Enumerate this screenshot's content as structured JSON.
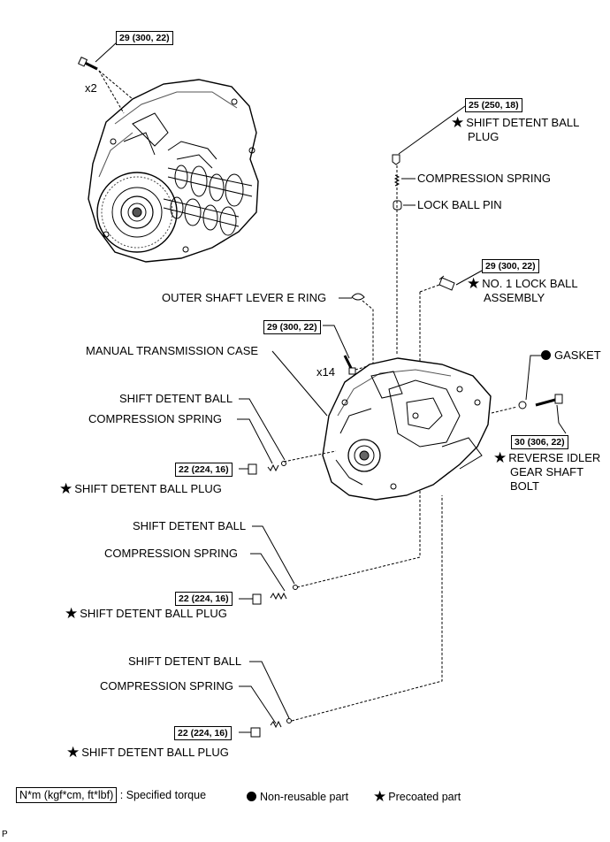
{
  "torques": {
    "t_top_bolt": "29 (300, 22)",
    "t_detent_plug_top": "25 (250, 18)",
    "t_lock_ball": "29 (300, 22)",
    "t_case_bolt": "29 (300, 22)",
    "t_idler_bolt": "30 (306, 22)",
    "t_plug1": "22 (224, 16)",
    "t_plug2": "22 (224, 16)",
    "t_plug3": "22 (224, 16)"
  },
  "labels": {
    "x2": "x2",
    "x14": "x14",
    "shift_detent_ball_plug_top_1": "SHIFT DETENT BALL",
    "shift_detent_ball_plug_top_2": "PLUG",
    "compression_spring_top": "COMPRESSION SPRING",
    "lock_ball_pin": "LOCK BALL PIN",
    "no1_lock_ball_1": "NO. 1 LOCK BALL",
    "no1_lock_ball_2": "ASSEMBLY",
    "outer_shaft_ring": "OUTER SHAFT LEVER E RING",
    "manual_case": "MANUAL TRANSMISSION CASE",
    "gasket": "GASKET",
    "reverse_idler_1": "REVERSE IDLER",
    "reverse_idler_2": "GEAR SHAFT",
    "reverse_idler_3": "BOLT",
    "ball1": "SHIFT DETENT BALL",
    "spring1": "COMPRESSION SPRING",
    "plug1": "SHIFT DETENT BALL PLUG",
    "ball2": "SHIFT DETENT BALL",
    "spring2": "COMPRESSION SPRING",
    "plug2": "SHIFT DETENT BALL PLUG",
    "ball3": "SHIFT DETENT BALL",
    "spring3": "COMPRESSION SPRING",
    "plug3": "SHIFT DETENT BALL PLUG",
    "footer_p": "P"
  },
  "legend": {
    "torque_unit": "N*m (kgf*cm, ft*lbf)",
    "torque_text": ": Specified torque",
    "nonreusable": "Non-reusable part",
    "precoated": "Precoated part"
  },
  "symbols": {
    "star": "★"
  }
}
